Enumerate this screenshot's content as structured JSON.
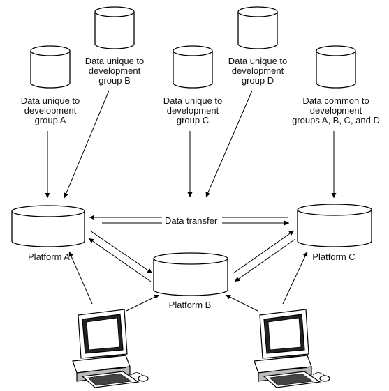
{
  "labels": {
    "data_a": [
      "Data unique to",
      "development",
      "group A"
    ],
    "data_b": [
      "Data unique to",
      "development",
      "group B"
    ],
    "data_c": [
      "Data unique to",
      "development",
      "group C"
    ],
    "data_d": [
      "Data unique to",
      "development",
      "group D"
    ],
    "data_common": [
      "Data common to",
      "development",
      "groups A, B, C, and D"
    ],
    "platform_a": "Platform A",
    "platform_b": "Platform B",
    "platform_c": "Platform C",
    "data_transfer": "Data transfer"
  }
}
